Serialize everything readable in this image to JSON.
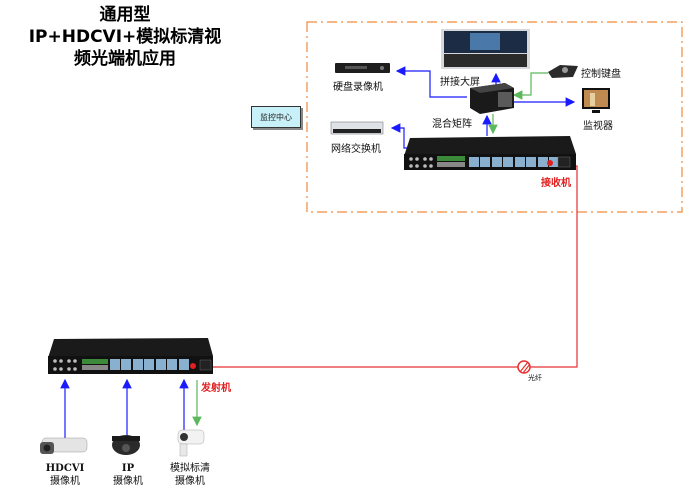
{
  "title": {
    "line1": "通用型",
    "line2": "IP+HDCVI+模拟标清视",
    "line3": "频光端机应用"
  },
  "control_center": {
    "badge": "监控中心",
    "devices": {
      "video_wall": "拼接大屏",
      "dvr": "硬盘录像机",
      "keyboard": "控制键盘",
      "monitor": "监视器",
      "matrix": "混合矩阵",
      "network_switch": "网络交换机",
      "receiver": "接收机"
    }
  },
  "field": {
    "transmitter": "发射机",
    "fiber": "光纤",
    "cameras": [
      {
        "line1": "HDCVI",
        "line2": "摄像机"
      },
      {
        "line1": "IP",
        "line2": "摄像机"
      },
      {
        "line1": "模拟标清",
        "line2": "摄像机"
      }
    ]
  },
  "colors": {
    "video_link": "#1a1aff",
    "control_link": "#5cb85c",
    "fiber_link": "#e83030",
    "zone_border": "#f08a3c",
    "badge_fill": "#c8f0f8"
  }
}
